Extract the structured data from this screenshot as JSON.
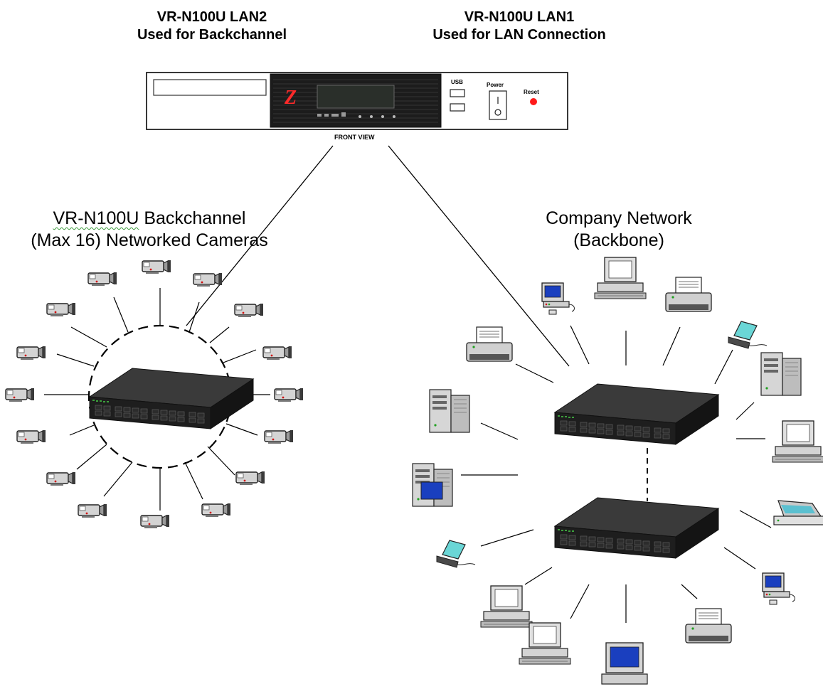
{
  "labels": {
    "lan2_title": "VR-N100U LAN2",
    "lan2_sub": "Used for Backchannel",
    "lan1_title": "VR-N100U LAN1",
    "lan1_sub": "Used for LAN Connection",
    "front_view": "FRONT VIEW",
    "usb": "USB",
    "power": "Power",
    "reset": "Reset",
    "logo_letter": "Z",
    "backchannel_title": "VR-N100U  Backchannel",
    "backchannel_sub": "(Max 16) Networked Cameras",
    "company_title": "Company Network",
    "company_sub": "(Backbone)"
  },
  "colors": {
    "line": "#000000",
    "switch_body": "#2b2b2b",
    "port_green": "#3c8a3c",
    "reset_red": "#ff1a1a",
    "camera": "#cfcfcf",
    "monitor_screen": "#1a3fbf",
    "printer": "#d8d8d8"
  }
}
